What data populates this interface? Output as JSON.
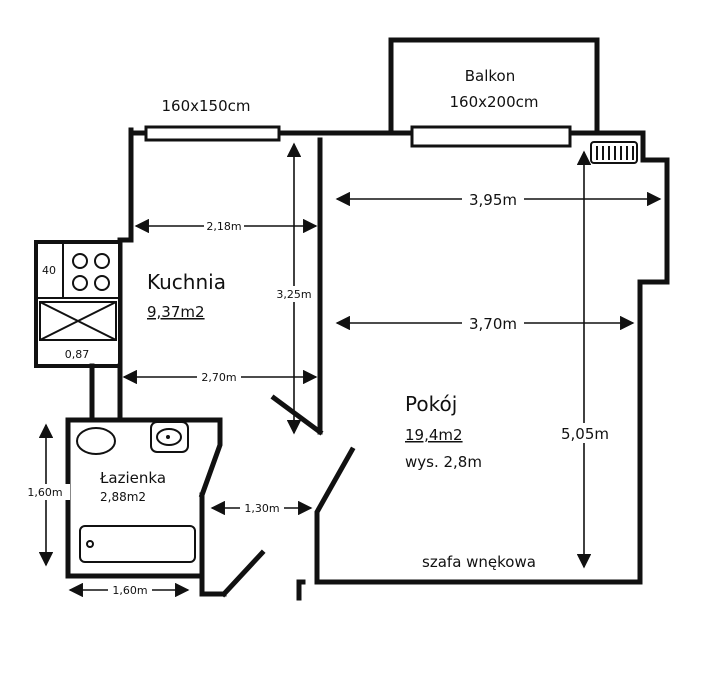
{
  "rooms": {
    "kitchen": {
      "name": "Kuchnia",
      "area": "9,37m2"
    },
    "room": {
      "name": "Pokój",
      "area": "19,4m2",
      "height": "wys. 2,8m"
    },
    "bathroom": {
      "name": "Łazienka",
      "area": "2,88m2"
    },
    "balcony": {
      "name": "Balkon",
      "size": "160x200cm"
    }
  },
  "windows": {
    "kitchen_window": "160x150cm"
  },
  "kitchenette": {
    "cabinet": "40",
    "sink": "0,87"
  },
  "dimensions": {
    "room_width_top": "3,95m",
    "room_width_mid": "3,70m",
    "room_length": "5,05m",
    "kitchen_width_top": "2,18m",
    "kitchen_width_bottom": "2,70m",
    "kitchen_length": "3,25m",
    "bathroom_height": "1,60m",
    "bathroom_width": "1,60m",
    "hall_width": "1,30m"
  },
  "labels": {
    "wardrobe": "szafa wnękowa"
  }
}
